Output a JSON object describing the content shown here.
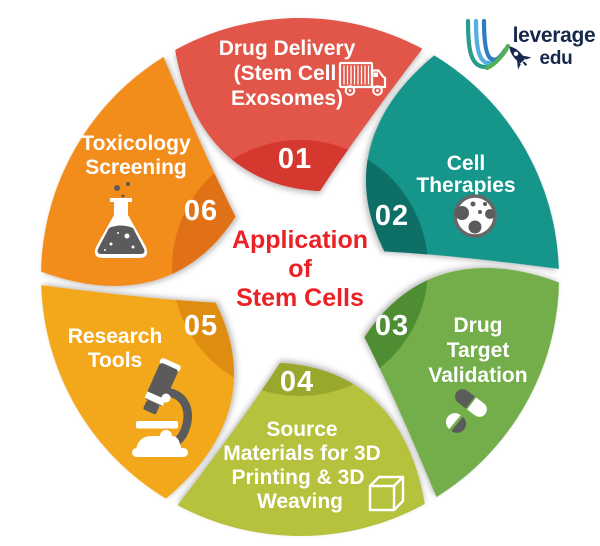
{
  "background_color": "#ffffff",
  "center_title": {
    "lines": [
      "Application",
      "of",
      "Stem Cells"
    ],
    "color": "#ec2125"
  },
  "logo": {
    "brand_top": "leverage",
    "brand_bottom": "edu",
    "text_color": "#16294d",
    "mark_colors": [
      "#2a9c8c",
      "#53aee2",
      "#2f7cc0",
      "#55b054"
    ]
  },
  "icon_palette": {
    "gray": "#5b5b5b",
    "white": "#ffffff"
  },
  "segments": [
    {
      "number": "01",
      "label_lines": [
        "Drug Delivery",
        "(Stem Cell",
        "Exosomes)"
      ],
      "icon": "truck-icon",
      "color_light": "#e2544a",
      "color_dark": "#d5382e"
    },
    {
      "number": "02",
      "label_lines": [
        "Cell",
        "Therapies"
      ],
      "icon": "cell-icon",
      "color_light": "#17958a",
      "color_dark": "#0d6f65"
    },
    {
      "number": "03",
      "label_lines": [
        "Drug",
        "Target",
        "Validation"
      ],
      "icon": "pills-icon",
      "color_light": "#73ae4b",
      "color_dark": "#4f8d33"
    },
    {
      "number": "04",
      "label_lines": [
        "Source",
        "Materials for 3D",
        "Printing & 3D",
        "Weaving"
      ],
      "icon": "cube-icon",
      "color_light": "#b6c23e",
      "color_dark": "#99a82c"
    },
    {
      "number": "05",
      "label_lines": [
        "Research",
        "Tools"
      ],
      "icon": "microscope-icon",
      "color_light": "#f3a81d",
      "color_dark": "#de8d11"
    },
    {
      "number": "06",
      "label_lines": [
        "Toxicology",
        "Screening"
      ],
      "icon": "flask-icon",
      "color_light": "#f28d1e",
      "color_dark": "#e17117"
    }
  ]
}
